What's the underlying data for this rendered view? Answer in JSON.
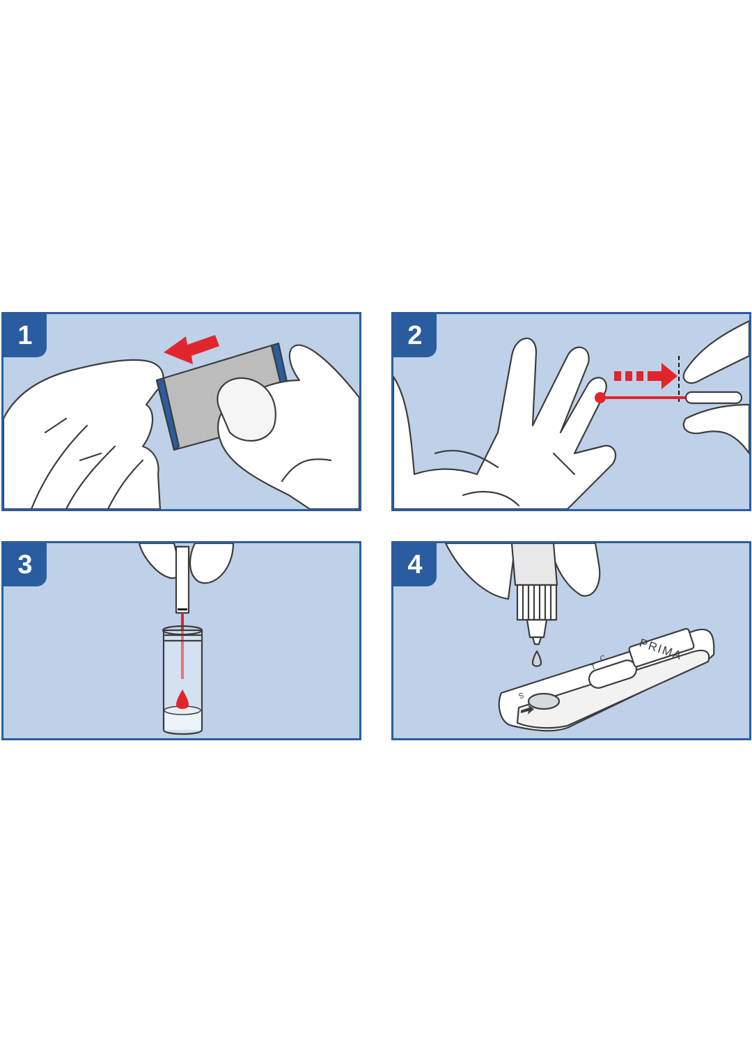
{
  "steps": [
    {
      "number": "1"
    },
    {
      "number": "2"
    },
    {
      "number": "3"
    },
    {
      "number": "4"
    }
  ],
  "device": {
    "brand": "PRIMA",
    "marks": {
      "c": "C",
      "t": "T",
      "s": "S"
    }
  },
  "colors": {
    "panel_bg": "#bed1e8",
    "border": "#2a5d9f",
    "accent_red": "#e0262c"
  }
}
